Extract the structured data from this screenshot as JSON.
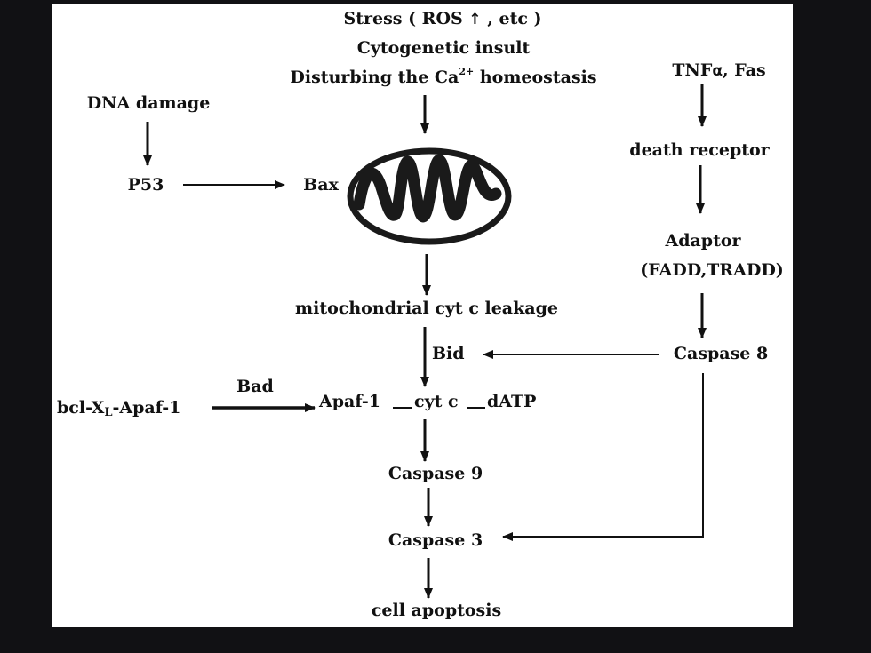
{
  "nodes": {
    "stress": "Stress ( ROS",
    "stress_up_icon": "↑",
    "stress_tail": ", etc )",
    "cytogenetic": "Cytogenetic insult",
    "calcium_a": "Disturbing the Ca",
    "calcium_sup": "2+",
    "calcium_b": " homeostasis",
    "tnf_a": "TNF",
    "tnf_alpha": "α",
    "tnf_b": ", Fas",
    "dna_damage": "DNA damage",
    "death_receptor": "death receptor",
    "p53": "P53",
    "bax": "Bax",
    "adaptor": "Adaptor",
    "adaptor_detail": "(FADD,TRADD)",
    "cyt_c_leakage": "mitochondrial cyt c leakage",
    "bid": "Bid",
    "caspase8": "Caspase 8",
    "bad": "Bad",
    "bcl_a": "bcl-X",
    "bcl_sub": "L",
    "bcl_b": "-Apaf-1",
    "apaf1": "Apaf-1",
    "cyt_c": "cyt c",
    "datp": "dATP",
    "caspase9": "Caspase 9",
    "caspase3": "Caspase 3",
    "apoptosis": "cell apoptosis"
  },
  "icons": {
    "mitochondrion": "mitochondrion-icon",
    "arrow": "arrow-icon"
  },
  "colors": {
    "background": "#111114",
    "canvas": "#ffffff",
    "ink": "#111111"
  }
}
